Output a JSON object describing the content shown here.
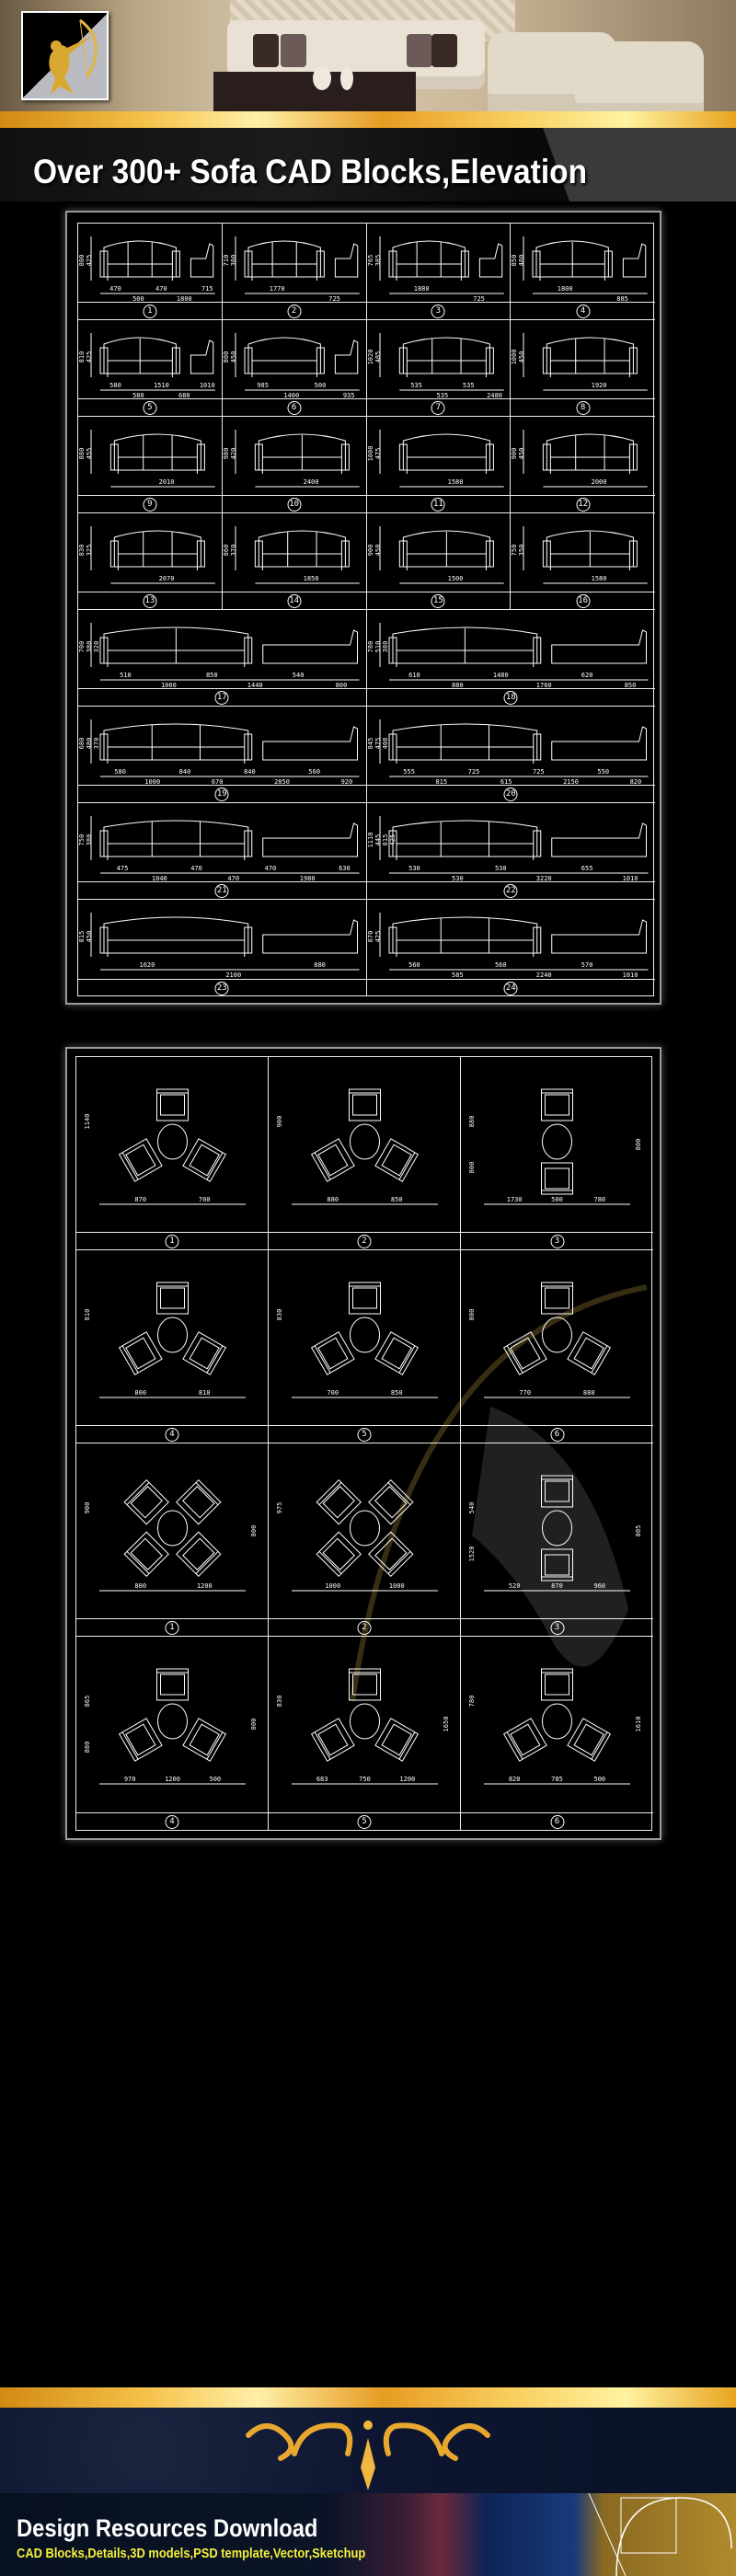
{
  "header": {
    "title": "Over 300+ Sofa CAD Blocks,Elevation",
    "logo_icon": "archer-logo-icon"
  },
  "colors": {
    "gold": "#f6c24a",
    "cad_line": "#ffffff",
    "footer_sub": "#f6f03a",
    "navy": "#0d1530"
  },
  "elevation_panel": {
    "cells": [
      {
        "num": "1",
        "w": [
          "470",
          "500",
          "470",
          "1800",
          "715"
        ],
        "h": [
          "800",
          "425"
        ],
        "seats": 3,
        "side": true
      },
      {
        "num": "2",
        "w": [
          "1770",
          "725"
        ],
        "h": [
          "710",
          "380"
        ],
        "seats": 3,
        "side": true
      },
      {
        "num": "3",
        "w": [
          "1880",
          "725"
        ],
        "h": [
          "765",
          "385"
        ],
        "seats": 3,
        "side": true
      },
      {
        "num": "4",
        "w": [
          "1800",
          "885"
        ],
        "h": [
          "850",
          "480"
        ],
        "seats": 2,
        "side": true
      },
      {
        "num": "5",
        "w": [
          "580",
          "580",
          "1510",
          "680",
          "1010"
        ],
        "h": [
          "810",
          "425"
        ],
        "seats": 2,
        "side": true
      },
      {
        "num": "6",
        "w": [
          "985",
          "1400",
          "500",
          "935"
        ],
        "h": [
          "800",
          "450"
        ],
        "seats": 1,
        "side": true
      },
      {
        "num": "7",
        "w": [
          "535",
          "535",
          "535",
          "2480"
        ],
        "h": [
          "1020",
          "485"
        ],
        "seats": 3,
        "side": false
      },
      {
        "num": "8",
        "w": [
          "1920"
        ],
        "h": [
          "1000",
          "450"
        ],
        "seats": 3,
        "side": false
      },
      {
        "num": "9",
        "w": [
          "2010"
        ],
        "h": [
          "880",
          "455"
        ],
        "seats": 3,
        "side": false
      },
      {
        "num": "10",
        "w": [
          "2400"
        ],
        "h": [
          "980",
          "420"
        ],
        "seats": 2,
        "side": false
      },
      {
        "num": "11",
        "w": [
          "1580"
        ],
        "h": [
          "1000",
          "475"
        ],
        "seats": 1,
        "side": false
      },
      {
        "num": "12",
        "w": [
          "2000"
        ],
        "h": [
          "900",
          "450"
        ],
        "seats": 3,
        "side": false
      },
      {
        "num": "13",
        "w": [
          "2070"
        ],
        "h": [
          "830",
          "325"
        ],
        "seats": 3,
        "side": false
      },
      {
        "num": "14",
        "w": [
          "1850"
        ],
        "h": [
          "860",
          "370"
        ],
        "seats": 3,
        "side": false
      },
      {
        "num": "15",
        "w": [
          "1500"
        ],
        "h": [
          "900",
          "450"
        ],
        "seats": 2,
        "side": false
      },
      {
        "num": "16",
        "w": [
          "1580"
        ],
        "h": [
          "750",
          "350"
        ],
        "seats": 2,
        "side": false
      },
      {
        "num": "17",
        "w": [
          "510",
          "1000",
          "850",
          "1440",
          "540",
          "800"
        ],
        "h": [
          "700",
          "380",
          "320"
        ],
        "seats": 2,
        "side": true
      },
      {
        "num": "18",
        "w": [
          "610",
          "880",
          "1480",
          "1760",
          "620",
          "850"
        ],
        "h": [
          "780",
          "510",
          "380"
        ],
        "seats": 2,
        "side": true
      },
      {
        "num": "19",
        "w": [
          "580",
          "1000",
          "840",
          "670",
          "840",
          "2850",
          "560",
          "920"
        ],
        "h": [
          "680",
          "480",
          "370"
        ],
        "seats": 3,
        "side": true
      },
      {
        "num": "20",
        "w": [
          "555",
          "815",
          "725",
          "615",
          "725",
          "2150",
          "550",
          "820"
        ],
        "h": [
          "845",
          "475",
          "408"
        ],
        "seats": 3,
        "side": true
      },
      {
        "num": "21",
        "w": [
          "475",
          "1040",
          "470",
          "470",
          "470",
          "1980",
          "630"
        ],
        "h": [
          "750",
          "380"
        ],
        "seats": 3,
        "side": true
      },
      {
        "num": "22",
        "w": [
          "530",
          "530",
          "530",
          "3220",
          "655",
          "1010"
        ],
        "h": [
          "1110",
          "445",
          "815",
          "425"
        ],
        "seats": 3,
        "side": true
      },
      {
        "num": "23",
        "w": [
          "1620",
          "2100",
          "880"
        ],
        "h": [
          "815",
          "450"
        ],
        "seats": 1,
        "side": true
      },
      {
        "num": "24",
        "w": [
          "560",
          "585",
          "560",
          "2240",
          "570",
          "1010"
        ],
        "h": [
          "870",
          "425"
        ],
        "seats": 3,
        "side": true
      }
    ]
  },
  "plan_panel": {
    "cells": [
      {
        "num": "1",
        "dims": [
          "870",
          "700",
          "1140"
        ],
        "chairs": 3
      },
      {
        "num": "2",
        "dims": [
          "880",
          "850",
          "900"
        ],
        "chairs": 3
      },
      {
        "num": "3",
        "dims": [
          "1730",
          "500",
          "780",
          "880",
          "800",
          "800"
        ],
        "chairs": 2
      },
      {
        "num": "4",
        "dims": [
          "800",
          "810",
          "810"
        ],
        "chairs": 3
      },
      {
        "num": "5",
        "dims": [
          "700",
          "850",
          "830"
        ],
        "chairs": 3
      },
      {
        "num": "6",
        "dims": [
          "770",
          "880",
          "800"
        ],
        "chairs": 3
      },
      {
        "num": "1",
        "dims": [
          "800",
          "1200",
          "900",
          "800"
        ],
        "chairs": 4
      },
      {
        "num": "2",
        "dims": [
          "1000",
          "1000",
          "975"
        ],
        "chairs": 4
      },
      {
        "num": "3",
        "dims": [
          "520",
          "870",
          "960",
          "540",
          "805",
          "1520"
        ],
        "chairs": 2
      },
      {
        "num": "4",
        "dims": [
          "970",
          "1200",
          "500",
          "865",
          "800",
          "880"
        ],
        "chairs": 3
      },
      {
        "num": "5",
        "dims": [
          "683",
          "750",
          "1200",
          "830",
          "1650"
        ],
        "chairs": 3
      },
      {
        "num": "6",
        "dims": [
          "820",
          "785",
          "500",
          "780",
          "1610"
        ],
        "chairs": 3
      }
    ]
  },
  "footer": {
    "title": "Design Resources Download",
    "subtitle": "CAD Blocks,Details,3D models,PSD template,Vector,Sketchup",
    "ornament_icon": "gold-ornament-icon"
  }
}
